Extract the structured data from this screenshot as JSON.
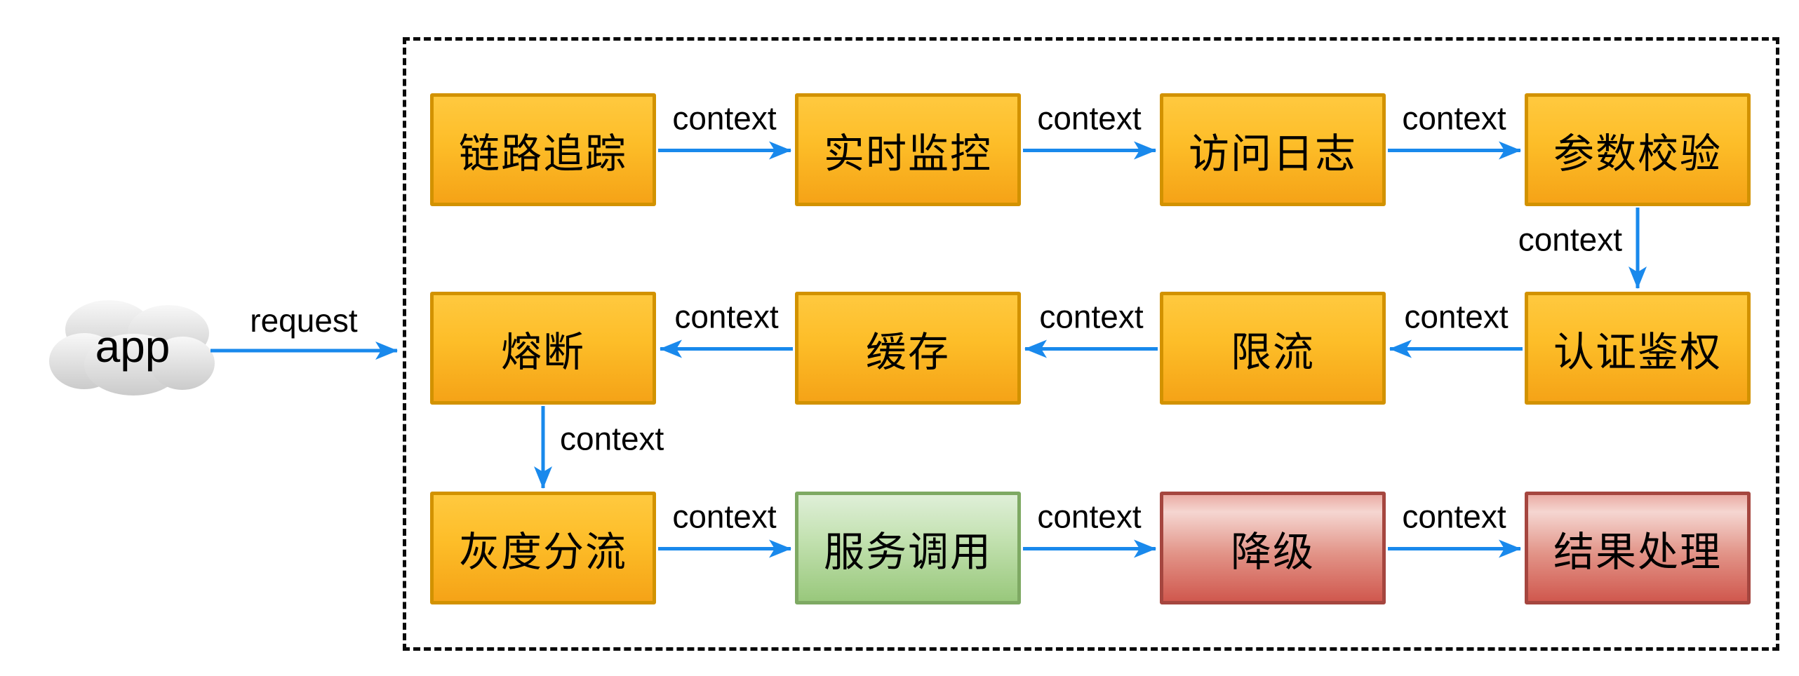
{
  "diagram": {
    "source_node": {
      "id": "app",
      "label": "app",
      "shape": "cloud"
    },
    "request_edge": {
      "label": "request"
    },
    "container": {
      "style": "dashed-border"
    },
    "nodes": [
      {
        "id": "trace",
        "label": "链路追踪",
        "color": "orange",
        "row": 0,
        "col": 0
      },
      {
        "id": "monitor",
        "label": "实时监控",
        "color": "orange",
        "row": 0,
        "col": 1
      },
      {
        "id": "accesslog",
        "label": "访问日志",
        "color": "orange",
        "row": 0,
        "col": 2
      },
      {
        "id": "validate",
        "label": "参数校验",
        "color": "orange",
        "row": 0,
        "col": 3
      },
      {
        "id": "circuitbreak",
        "label": "熔断",
        "color": "orange",
        "row": 1,
        "col": 0
      },
      {
        "id": "cache",
        "label": "缓存",
        "color": "orange",
        "row": 1,
        "col": 1
      },
      {
        "id": "ratelimit",
        "label": "限流",
        "color": "orange",
        "row": 1,
        "col": 2
      },
      {
        "id": "auth",
        "label": "认证鉴权",
        "color": "orange",
        "row": 1,
        "col": 3
      },
      {
        "id": "graysplit",
        "label": "灰度分流",
        "color": "orange",
        "row": 2,
        "col": 0
      },
      {
        "id": "serviceinvoke",
        "label": "服务调用",
        "color": "green",
        "row": 2,
        "col": 1
      },
      {
        "id": "degrade",
        "label": "降级",
        "color": "red",
        "row": 2,
        "col": 2
      },
      {
        "id": "resulthandle",
        "label": "结果处理",
        "color": "red",
        "row": 2,
        "col": 3
      }
    ],
    "edges": [
      {
        "from": "trace",
        "to": "monitor",
        "label": "context"
      },
      {
        "from": "monitor",
        "to": "accesslog",
        "label": "context"
      },
      {
        "from": "accesslog",
        "to": "validate",
        "label": "context"
      },
      {
        "from": "validate",
        "to": "auth",
        "label": "context",
        "label_side": "left"
      },
      {
        "from": "auth",
        "to": "ratelimit",
        "label": "context"
      },
      {
        "from": "ratelimit",
        "to": "cache",
        "label": "context"
      },
      {
        "from": "cache",
        "to": "circuitbreak",
        "label": "context"
      },
      {
        "from": "circuitbreak",
        "to": "graysplit",
        "label": "context",
        "label_side": "right"
      },
      {
        "from": "graysplit",
        "to": "serviceinvoke",
        "label": "context"
      },
      {
        "from": "serviceinvoke",
        "to": "degrade",
        "label": "context"
      },
      {
        "from": "degrade",
        "to": "resulthandle",
        "label": "context"
      }
    ],
    "colors": {
      "arrow": "#1989EC",
      "orange_top": "#FFC93F",
      "orange_bottom": "#F5A317",
      "orange_border": "#D29200",
      "green_top": "#DFEFD8",
      "green_bottom": "#99C87C",
      "green_border": "#7EA963",
      "red_top": "#F5D6D1",
      "red_bottom": "#D0584E",
      "red_border": "#A5463F",
      "cloud_top": "#F8F8F8",
      "cloud_bottom": "#CBCBCB",
      "text": "#000000"
    }
  }
}
